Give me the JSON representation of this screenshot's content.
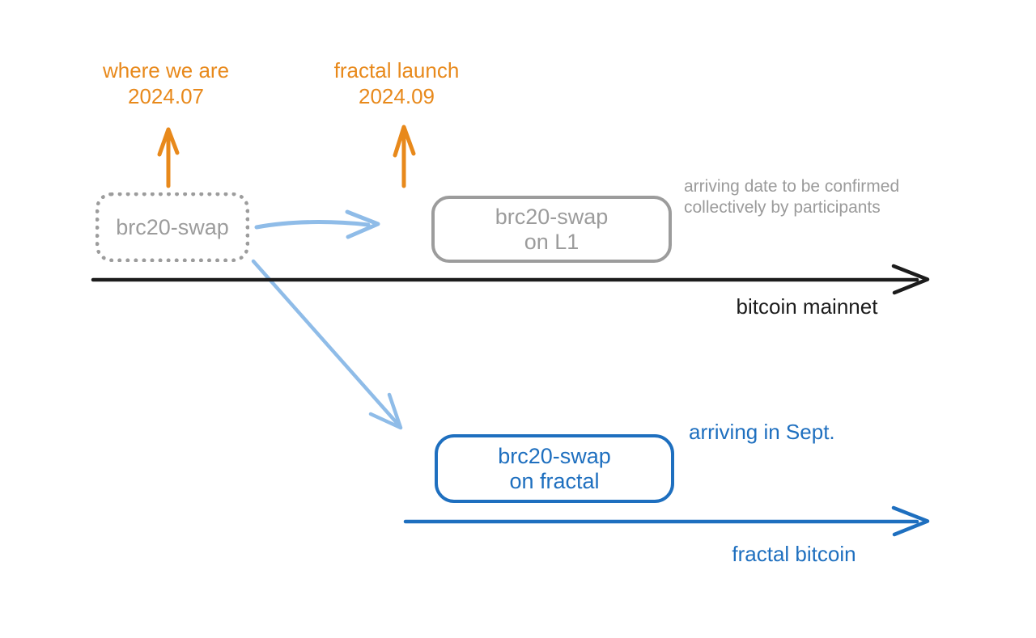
{
  "diagram": {
    "colors": {
      "orange": "#E8891B",
      "light_blue": "#8FBCE8",
      "blue": "#1E6FBF",
      "gray": "#9C9C9C",
      "black": "#1C1C1C"
    },
    "milestones": {
      "where_we_are": {
        "line1": "where we are",
        "line2": "2024.07"
      },
      "fractal_launch": {
        "line1": "fractal launch",
        "line2": "2024.09"
      }
    },
    "nodes": {
      "brc20_swap": {
        "label": "brc20-swap"
      },
      "brc20_swap_l1": {
        "line1": "brc20-swap",
        "line2": "on L1"
      },
      "brc20_swap_fractal": {
        "line1": "brc20-swap",
        "line2": "on fractal"
      }
    },
    "annotations": {
      "l1_arrival": {
        "line1": "arriving date to be confirmed",
        "line2": "collectively by participants"
      },
      "fractal_arrival": "arriving in Sept."
    },
    "timelines": {
      "bitcoin_mainnet": "bitcoin mainnet",
      "fractal_bitcoin": "fractal bitcoin"
    }
  }
}
